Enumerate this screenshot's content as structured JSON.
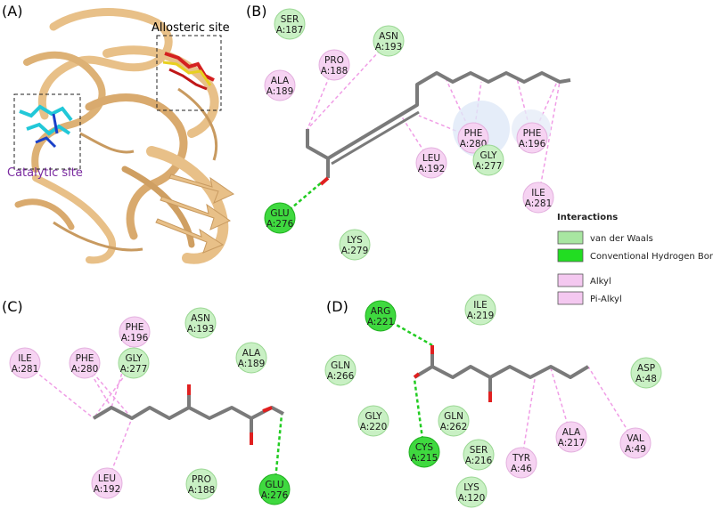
{
  "panels": {
    "A": {
      "letter": "(A)",
      "allosteric_label": "Allosteric site",
      "catalytic_label": "Catalytic site"
    },
    "B": {
      "letter": "(B)",
      "residues": [
        {
          "name": "SER",
          "id": "A:187",
          "type": "vdw"
        },
        {
          "name": "ASN",
          "id": "A:193",
          "type": "vdw"
        },
        {
          "name": "PRO",
          "id": "A:188",
          "type": "alkyl"
        },
        {
          "name": "ALA",
          "id": "A:189",
          "type": "alkyl"
        },
        {
          "name": "PHE",
          "id": "A:280",
          "type": "alkyl"
        },
        {
          "name": "PHE",
          "id": "A:196",
          "type": "alkyl"
        },
        {
          "name": "LEU",
          "id": "A:192",
          "type": "alkyl"
        },
        {
          "name": "GLY",
          "id": "A:277",
          "type": "vdw"
        },
        {
          "name": "ILE",
          "id": "A:281",
          "type": "alkyl"
        },
        {
          "name": "GLU",
          "id": "A:276",
          "type": "hbond"
        },
        {
          "name": "LYS",
          "id": "A:279",
          "type": "vdw"
        }
      ]
    },
    "C": {
      "letter": "(C)",
      "residues": [
        {
          "name": "PHE",
          "id": "A:196",
          "type": "alkyl"
        },
        {
          "name": "ASN",
          "id": "A:193",
          "type": "vdw"
        },
        {
          "name": "ILE",
          "id": "A:281",
          "type": "alkyl"
        },
        {
          "name": "PHE",
          "id": "A:280",
          "type": "alkyl"
        },
        {
          "name": "GLY",
          "id": "A:277",
          "type": "vdw"
        },
        {
          "name": "ALA",
          "id": "A:189",
          "type": "vdw"
        },
        {
          "name": "LEU",
          "id": "A:192",
          "type": "alkyl"
        },
        {
          "name": "PRO",
          "id": "A:188",
          "type": "vdw"
        },
        {
          "name": "GLU",
          "id": "A:276",
          "type": "hbond"
        }
      ]
    },
    "D": {
      "letter": "(D)",
      "residues": [
        {
          "name": "ARG",
          "id": "A:221",
          "type": "hbond"
        },
        {
          "name": "ILE",
          "id": "A:219",
          "type": "vdw"
        },
        {
          "name": "GLN",
          "id": "A:266",
          "type": "vdw"
        },
        {
          "name": "ASP",
          "id": "A:48",
          "type": "vdw"
        },
        {
          "name": "GLY",
          "id": "A:220",
          "type": "vdw"
        },
        {
          "name": "GLN",
          "id": "A:262",
          "type": "vdw"
        },
        {
          "name": "ALA",
          "id": "A:217",
          "type": "alkyl"
        },
        {
          "name": "VAL",
          "id": "A:49",
          "type": "alkyl"
        },
        {
          "name": "CYS",
          "id": "A:215",
          "type": "hbond"
        },
        {
          "name": "SER",
          "id": "A:216",
          "type": "vdw"
        },
        {
          "name": "TYR",
          "id": "A:46",
          "type": "alkyl"
        },
        {
          "name": "LYS",
          "id": "A:120",
          "type": "vdw"
        }
      ]
    }
  },
  "legend": {
    "title": "Interactions",
    "items": [
      {
        "label": "van der Waals",
        "color": "#a8e6a1"
      },
      {
        "label": "Conventional Hydrogen Bond",
        "color": "#22dd22"
      },
      {
        "label": "Alkyl",
        "color": "#f4c8f0"
      },
      {
        "label": "Pi-Alkyl",
        "color": "#f4c8f0"
      }
    ]
  },
  "colors": {
    "vdw_fill": "#c9f0c4",
    "vdw_stroke": "#9ad793",
    "hbond_fill": "#3fd93f",
    "hbond_stroke": "#1fb01f",
    "alkyl_fill": "#f6d3f2",
    "alkyl_stroke": "#e3b0de",
    "hbond_line": "#22cc22",
    "alkyl_line": "#f09de6",
    "bond": "#7a7a7a",
    "oxygen": "#e02020",
    "protein": "#e8c088",
    "protein_dark": "#c89a60",
    "allosteric_title": "#000000",
    "catalytic_title": "#7a2aa0"
  }
}
